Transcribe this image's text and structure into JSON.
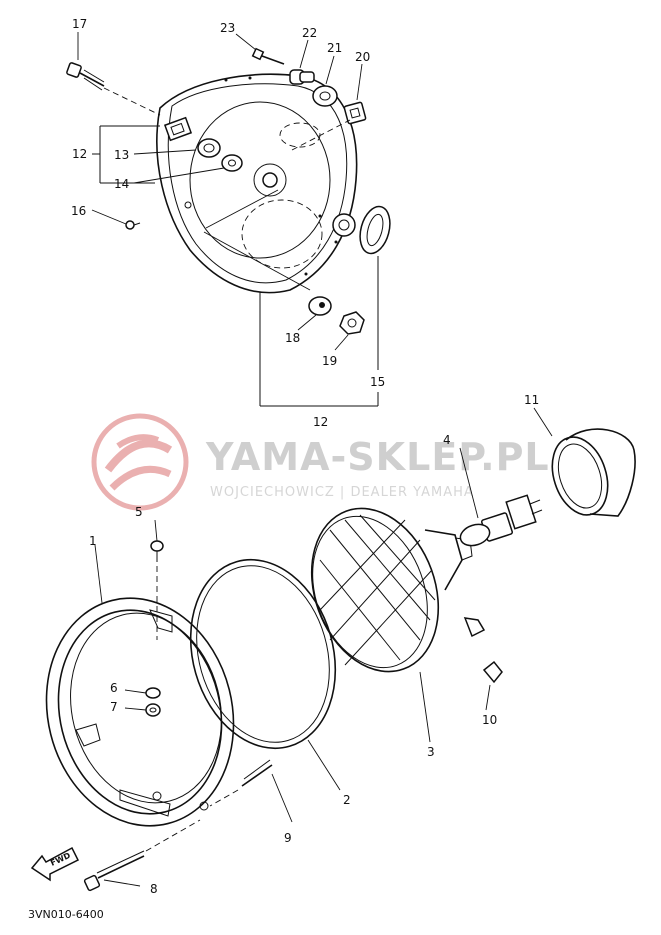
{
  "diagram": {
    "watermark": {
      "title": "YAMA-SKLEP.PL",
      "subtitle": "WOJCIECHOWICZ | DEALER YAMAHA",
      "logo_color": "#e8a0a0"
    },
    "part_code": "3VN010-6400",
    "fwd_label": "FWD",
    "callouts": {
      "c1": "1",
      "c2": "2",
      "c3": "3",
      "c4": "4",
      "c5": "5",
      "c6": "6",
      "c7": "7",
      "c8": "8",
      "c9": "9",
      "c10": "10",
      "c11": "11",
      "c12a": "12",
      "c12b": "12",
      "c13": "13",
      "c14": "14",
      "c15": "15",
      "c16": "16",
      "c17": "17",
      "c18": "18",
      "c19": "19",
      "c20": "20",
      "c21": "21",
      "c22": "22",
      "c23": "23"
    }
  }
}
